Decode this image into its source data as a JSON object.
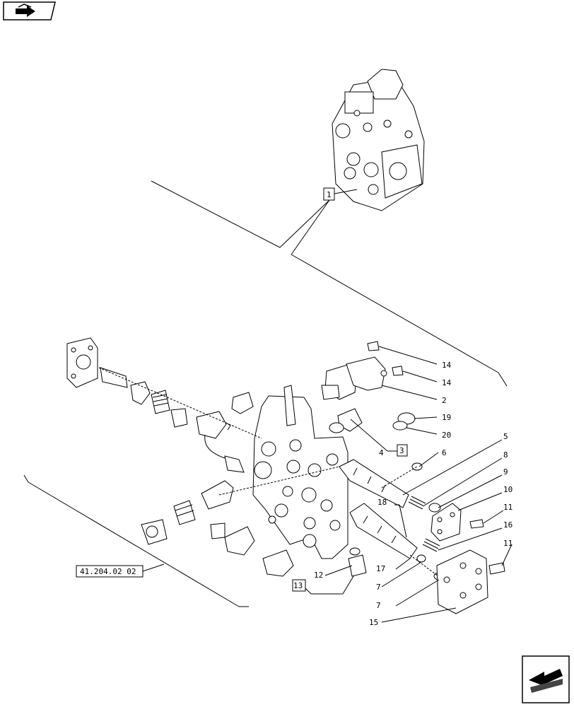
{
  "callouts": {
    "c1": "1",
    "c2": "2",
    "c3": "3",
    "c4": "4",
    "c5": "5",
    "c6": "6",
    "c7a": "7",
    "c7b": "7",
    "c8": "8",
    "c9": "9",
    "c10": "10",
    "c11a": "11",
    "c11b": "11",
    "c12": "12",
    "c13": "13",
    "c14a": "14",
    "c14b": "14",
    "c15": "15",
    "c16": "16",
    "c17": "17",
    "c18": "18",
    "c19": "19",
    "c20": "20"
  },
  "reference": "41.204.02 02",
  "icons": {
    "top_left": "book-arrow-icon",
    "bottom_right": "next-page-arrow-icon"
  }
}
